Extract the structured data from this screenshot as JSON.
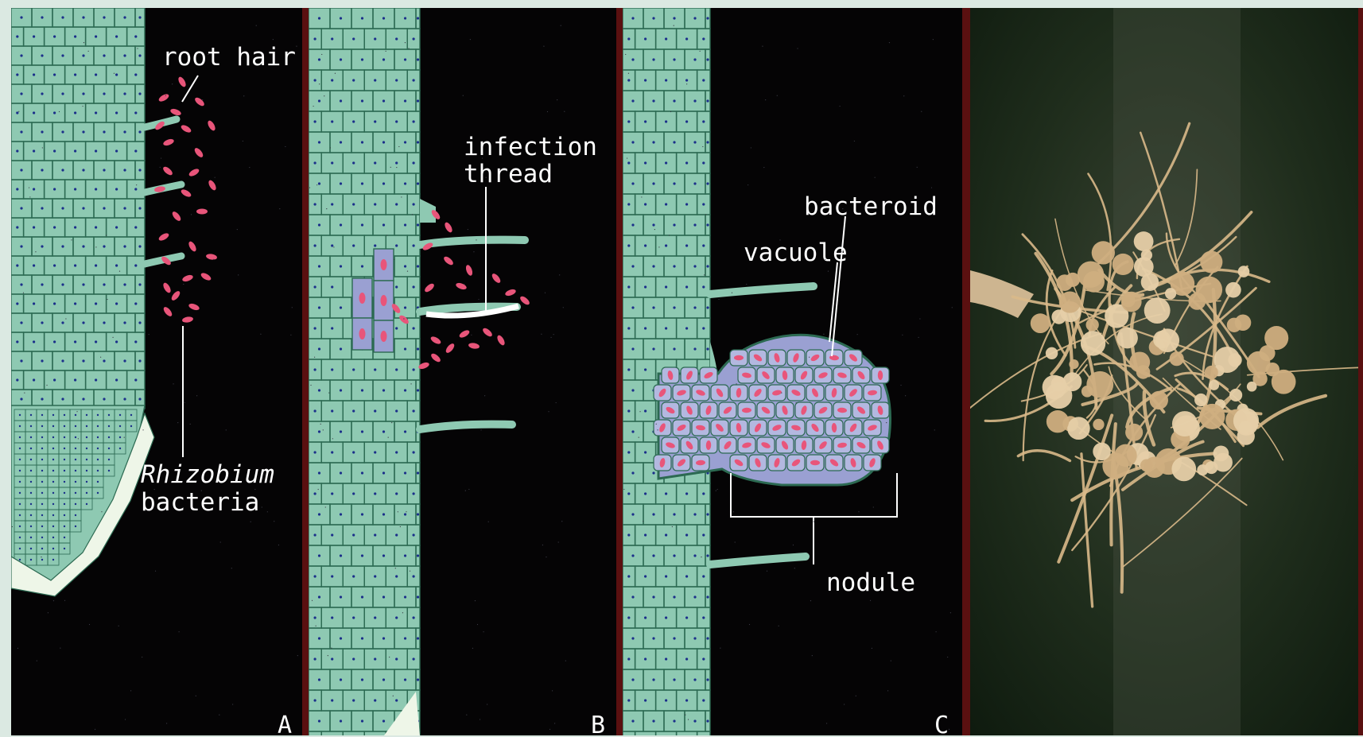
{
  "panels": [
    {
      "id": "A",
      "letter": "A",
      "labels": {
        "root_hair": "root hair",
        "rhizobium_italic": "Rhizobium",
        "rhizobium_rest": "bacteria"
      }
    },
    {
      "id": "B",
      "letter": "B",
      "labels": {
        "infection_line1": "infection",
        "infection_line2": "thread"
      }
    },
    {
      "id": "C",
      "letter": "C",
      "labels": {
        "bacteroid": "bacteroid",
        "vacuole": "vacuole",
        "nodule": "nodule"
      }
    }
  ],
  "colors": {
    "background": "#050405",
    "cell_fill": "#8ec9b2",
    "cell_wall": "#2c6a52",
    "nucleus": "#1b2f8a",
    "bacteria": "#e8557a",
    "infected_cell": "#9aa0d2",
    "frame_border": "#5a1010",
    "photo_bg": "#1e2a1a",
    "root_color": "#d9b98a"
  }
}
